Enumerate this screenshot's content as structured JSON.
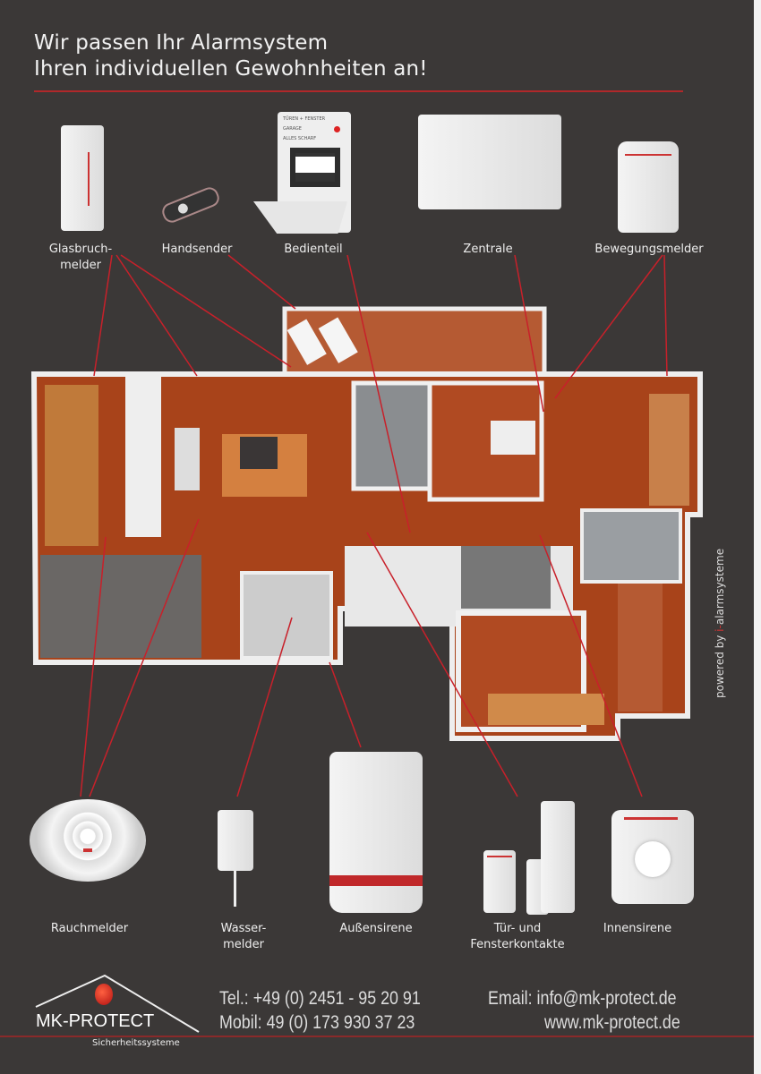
{
  "header": {
    "line1": "Wir passen Ihr Alarmsystem",
    "line2": "Ihren individuellen Gewohnheiten an!"
  },
  "devices_top": [
    {
      "label1": "Glasbruch-",
      "label2": "melder"
    },
    {
      "label1": "Handsender"
    },
    {
      "label1": "Bedienteil"
    },
    {
      "label1": "Zentrale"
    },
    {
      "label1": "Bewegungsmelder"
    }
  ],
  "keypad": {
    "buttons": [
      "TÜREN + FENSTER",
      "GARAGE",
      "ALLES SCHARF"
    ]
  },
  "devices_bottom": [
    {
      "label1": "Rauchmelder"
    },
    {
      "label1": "Wasser-",
      "label2": "melder"
    },
    {
      "label1": "Außensirene"
    },
    {
      "label1": "Tür- und",
      "label2": "Fensterkontakte"
    },
    {
      "label1": "Innensirene"
    }
  ],
  "side": {
    "powered_by": "powered by",
    "brand": "alarmsysteme"
  },
  "footer": {
    "logo_name": "MK-PROTECT",
    "logo_sub": "Sicherheitssysteme",
    "tel": "Tel.: +49 (0) 2451 - 95 20 91",
    "mobil": "Mobil: 49 (0) 173 930 37 23",
    "email": "Email: info@mk-protect.de",
    "web": "www.mk-protect.de"
  },
  "colors": {
    "background": "#3b3837",
    "accent": "#b0282a",
    "floor": "#b2491c"
  }
}
